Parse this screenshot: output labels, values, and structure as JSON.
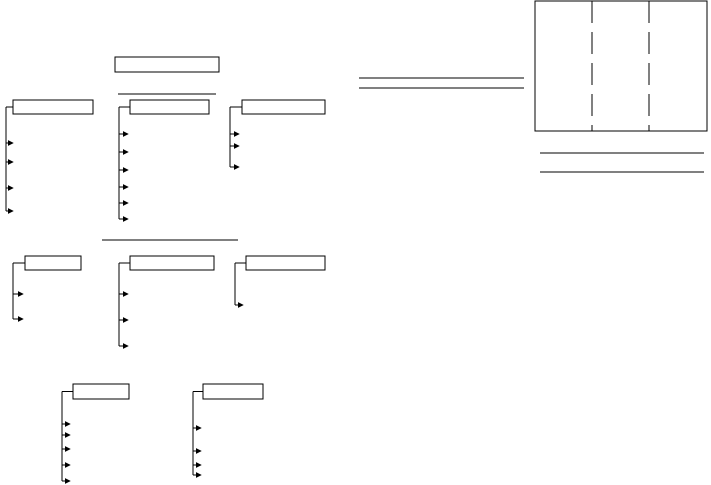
{
  "title_box": {
    "label": ""
  },
  "groups": [
    {
      "id": "row1-col1",
      "label": "",
      "item_count": 4
    },
    {
      "id": "row1-col2",
      "label": "",
      "item_count": 6
    },
    {
      "id": "row1-col3",
      "label": "",
      "item_count": 3
    },
    {
      "id": "row2-col1",
      "label": "",
      "item_count": 2
    },
    {
      "id": "row2-col2",
      "label": "",
      "item_count": 3
    },
    {
      "id": "row2-col3",
      "label": "",
      "item_count": 1
    },
    {
      "id": "row3-col1",
      "label": "",
      "item_count": 5
    },
    {
      "id": "row3-col2",
      "label": "",
      "item_count": 4
    }
  ],
  "right_table": {
    "columns": 3,
    "column_headers": [
      "",
      "",
      ""
    ],
    "rows": []
  }
}
